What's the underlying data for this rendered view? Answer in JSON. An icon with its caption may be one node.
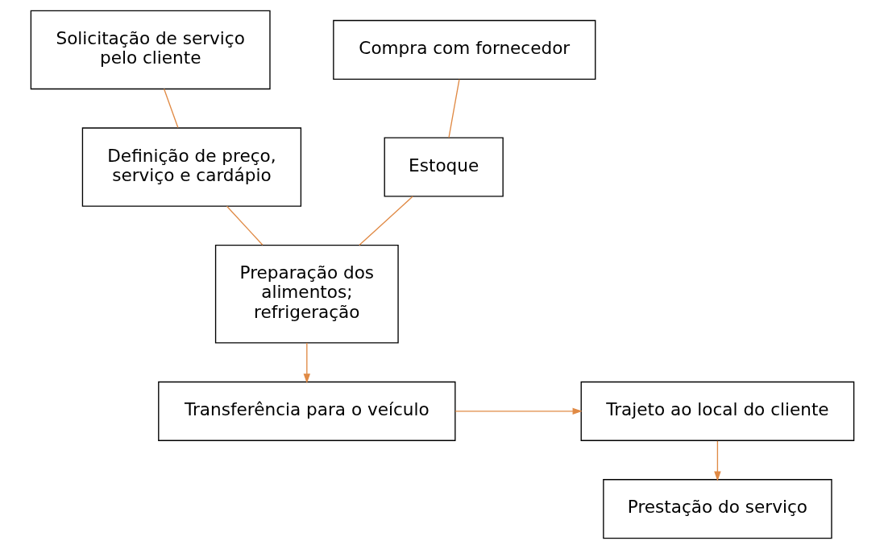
{
  "diagram": {
    "nodes": [
      {
        "text": [
          "Solicitação de serviço pelo cliente"
        ]
      },
      {
        "text": [
          "Compra com fornecedor"
        ]
      },
      {
        "text": [
          "Definição de preço, serviço e cardápio"
        ]
      },
      {
        "text": [
          "Estoque"
        ]
      },
      {
        "text": [
          "Preparação dos alimentos; refrigeração"
        ]
      },
      {
        "text": [
          "Transferência para o veículo"
        ]
      },
      {
        "text": [
          "Trajeto ao local do cliente"
        ]
      },
      {
        "text": [
          "Prestação do serviço"
        ]
      }
    ],
    "edges": [
      {
        "from": 0,
        "to": 2,
        "arrow": "none"
      },
      {
        "from": 1,
        "to": 3,
        "arrow": "none"
      },
      {
        "from": 2,
        "to": 4,
        "arrow": "none"
      },
      {
        "from": 3,
        "to": 4,
        "arrow": "none"
      },
      {
        "from": 4,
        "to": 5,
        "arrow": "to"
      },
      {
        "from": 5,
        "to": 6,
        "arrow": "to"
      },
      {
        "from": 6,
        "to": 7,
        "arrow": "to"
      }
    ]
  }
}
